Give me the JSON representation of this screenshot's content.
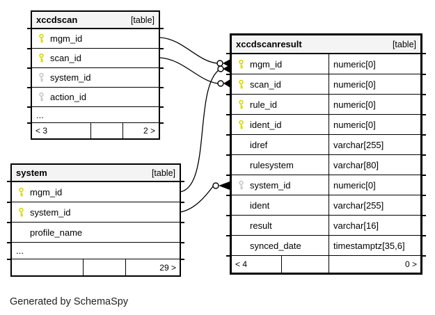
{
  "generator_note": "Generated by SchemaSpy",
  "colors": {
    "primary_key": "#d9d900",
    "index_key_gray": "#c8c8c8",
    "header_bg": "#f4f4f4",
    "border": "#000000",
    "background": "#ffffff"
  },
  "tables": [
    {
      "name": "xccdscan",
      "badge": "[table]",
      "columns": [
        {
          "name": "mgm_id",
          "key": "primary"
        },
        {
          "name": "scan_id",
          "key": "primary"
        },
        {
          "name": "system_id",
          "key": "index"
        },
        {
          "name": "action_id",
          "key": "index"
        }
      ],
      "ellipsis": "...",
      "footer": {
        "left": "< 3",
        "middle": "",
        "right": "2 >"
      }
    },
    {
      "name": "system",
      "badge": "[table]",
      "columns": [
        {
          "name": "mgm_id",
          "key": "primary"
        },
        {
          "name": "system_id",
          "key": "primary"
        },
        {
          "name": "profile_name",
          "key": "none"
        }
      ],
      "ellipsis": "...",
      "footer": {
        "left": "",
        "middle": "",
        "right": "29 >"
      }
    },
    {
      "name": "xccdscanresult",
      "badge": "[table]",
      "columns": [
        {
          "name": "mgm_id",
          "type": "numeric[0]",
          "key": "primary"
        },
        {
          "name": "scan_id",
          "type": "numeric[0]",
          "key": "primary"
        },
        {
          "name": "rule_id",
          "type": "numeric[0]",
          "key": "primary"
        },
        {
          "name": "ident_id",
          "type": "numeric[0]",
          "key": "primary"
        },
        {
          "name": "idref",
          "type": "varchar[255]",
          "key": "none"
        },
        {
          "name": "rulesystem",
          "type": "varchar[80]",
          "key": "none"
        },
        {
          "name": "system_id",
          "type": "numeric[0]",
          "key": "index"
        },
        {
          "name": "ident",
          "type": "varchar[255]",
          "key": "none"
        },
        {
          "name": "result",
          "type": "varchar[16]",
          "key": "none"
        },
        {
          "name": "synced_date",
          "type": "timestamptz[35,6]",
          "key": "none"
        }
      ],
      "footer": {
        "left": "< 4",
        "middle": "",
        "right": "0 >"
      }
    }
  ],
  "relationships": [
    {
      "from": "xccdscan.mgm_id",
      "to": "xccdscanresult.mgm_id"
    },
    {
      "from": "xccdscan.scan_id",
      "to": "xccdscanresult.scan_id"
    },
    {
      "from": "system.mgm_id",
      "to": "xccdscanresult.mgm_id"
    },
    {
      "from": "system.system_id",
      "to": "xccdscanresult.system_id"
    }
  ]
}
